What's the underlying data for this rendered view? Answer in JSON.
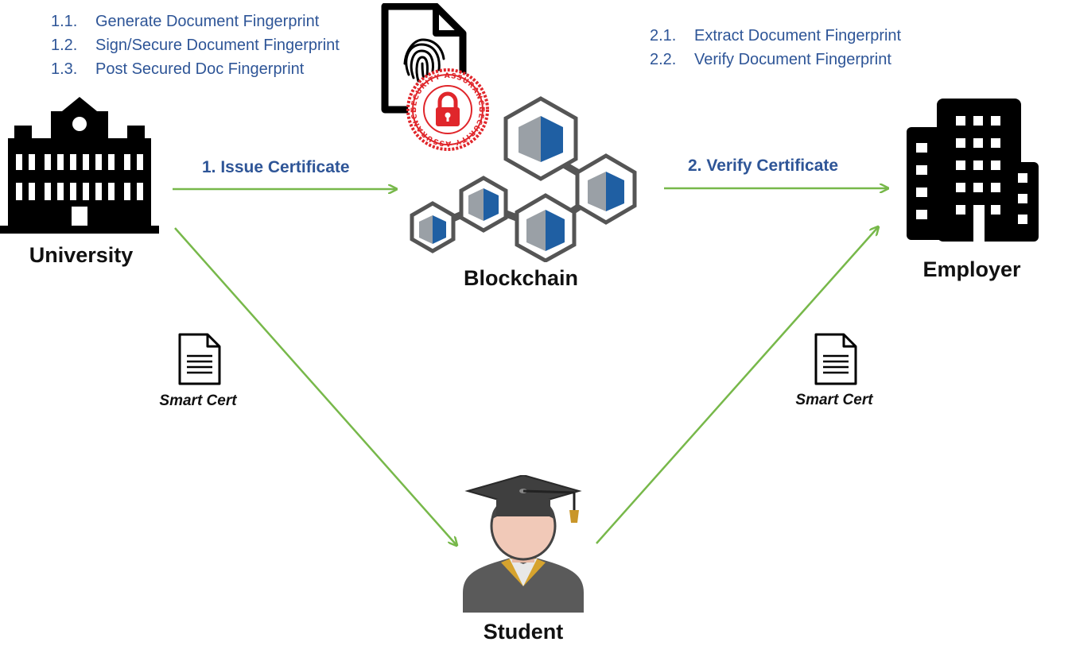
{
  "issue_steps": [
    {
      "num": "1.1.",
      "text": "Generate Document Fingerprint"
    },
    {
      "num": "1.2.",
      "text": "Sign/Secure Document Fingerprint"
    },
    {
      "num": "1.3.",
      "text": "Post Secured Doc Fingerprint"
    }
  ],
  "verify_steps": [
    {
      "num": "2.1.",
      "text": "Extract Document Fingerprint"
    },
    {
      "num": "2.2.",
      "text": "Verify Document Fingerprint"
    }
  ],
  "nodes": {
    "university": "University",
    "blockchain": "Blockchain",
    "employer": "Employer",
    "student": "Student"
  },
  "edges": {
    "issue": "1. Issue Certificate",
    "verify": "2. Verify Certificate"
  },
  "certs": {
    "left": "Smart Cert",
    "right": "Smart Cert"
  },
  "stamp": {
    "top_text": "SECURITY ASSURANCE",
    "bottom_text": "SECURITY ASSURANCE"
  },
  "colors": {
    "arrow": "#77b84a",
    "step_text": "#2e5597",
    "block_blue": "#1f5fa3",
    "stamp_red": "#e0262b"
  }
}
